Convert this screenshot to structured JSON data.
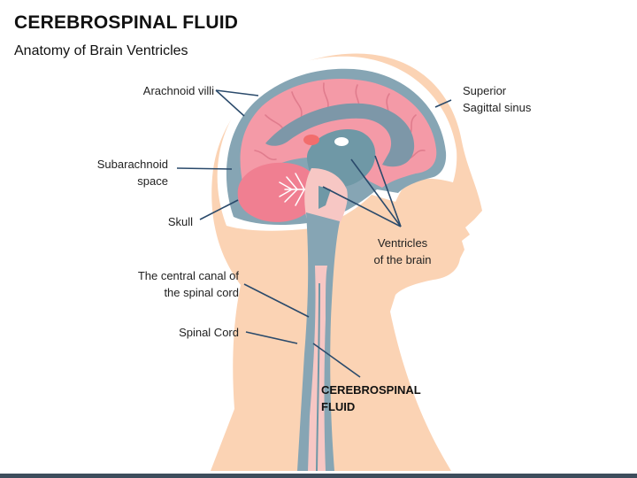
{
  "title": "CEREBROSPINAL FLUID",
  "subtitle": "Anatomy of Brain Ventricles",
  "labels": {
    "arachnoid_villi": "Arachnoid villi",
    "superior_sagittal_sinus_1": "Superior",
    "superior_sagittal_sinus_2": "Sagittal sinus",
    "subarachnoid_space_1": "Subarachnoid",
    "subarachnoid_space_2": "space",
    "skull": "Skull",
    "ventricles_1": "Ventricles",
    "ventricles_2": "of the brain",
    "central_canal_1": "The central canal of",
    "central_canal_2": "the spinal cord",
    "spinal_cord": "Spinal Cord",
    "csf_1": "CEREBROSPINAL",
    "csf_2": "FLUID"
  },
  "colors": {
    "skin": "#fbd3b4",
    "skull": "#ffffff",
    "csf": "#86a5b4",
    "brain": "#f49aa7",
    "cerebellum": "#f07f91",
    "ventricle": "#6f98a6",
    "brainstem": "#f7c7c4",
    "leader": "#2a4a6b",
    "footer": "#3d4d5c"
  }
}
